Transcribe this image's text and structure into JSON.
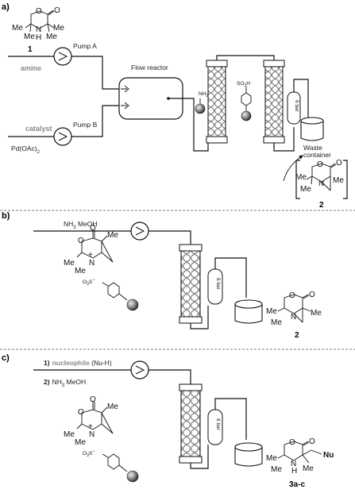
{
  "panels": {
    "a": {
      "label": "a)",
      "compound1_number": "1",
      "pump_a": "Pump A",
      "pump_b": "Pump B",
      "amine": "amine",
      "catalyst": "catalyst",
      "catalyst_formula": "Pd(OAc)",
      "catalyst_sub": "2",
      "flow_reactor": "Flow reactor",
      "nh2": "NH",
      "nh2_sub": "2",
      "so3h": "SO",
      "so3h_sub": "3",
      "so3h_end": "H",
      "pressure": "6 bar",
      "waste_line1": "Waste",
      "waste_line2": "container",
      "product_number": "2"
    },
    "b": {
      "label": "b)",
      "reagent_pre": "NH",
      "reagent_sub": "3",
      "reagent_post": " MeOH",
      "resin_so3": "O",
      "resin_so3_sub": "3",
      "resin_so3_end": "S",
      "pressure": "6 bar",
      "product_number": "2"
    },
    "c": {
      "label": "c)",
      "step1_num": "1)",
      "step1_text": "nucleophile",
      "step1_paren": " (Nu-H)",
      "step2_num": "2)",
      "step2_pre": "NH",
      "step2_sub": "3",
      "step2_post": " MeOH",
      "pressure": "6 bar",
      "nu": "Nu",
      "product_number": "3a-c"
    }
  },
  "atoms": {
    "O": "O",
    "N": "N",
    "H": "H",
    "Me": "Me",
    "plus": "+",
    "minus": "−"
  }
}
